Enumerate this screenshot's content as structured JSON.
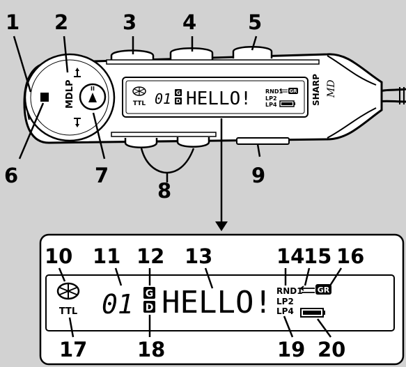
{
  "callouts": [
    "1",
    "2",
    "3",
    "4",
    "5",
    "6",
    "7",
    "8",
    "9",
    "10",
    "11",
    "12",
    "13",
    "14",
    "15",
    "16",
    "17",
    "18",
    "19",
    "20"
  ],
  "device": {
    "brand": "SHARP",
    "logo_text": "MD",
    "button_top_label": "MDLP",
    "stop_symbol": "■",
    "play_symbol": "▲",
    "pause_symbol": "II"
  },
  "display": {
    "ttl": "TTL",
    "track": "01",
    "group_badge": "G",
    "disc_badge": "D",
    "message": "HELLO!",
    "mode_rnd": "RND1",
    "mode_gr": "GR",
    "lp2": "LP2",
    "lp4": "LP4"
  }
}
